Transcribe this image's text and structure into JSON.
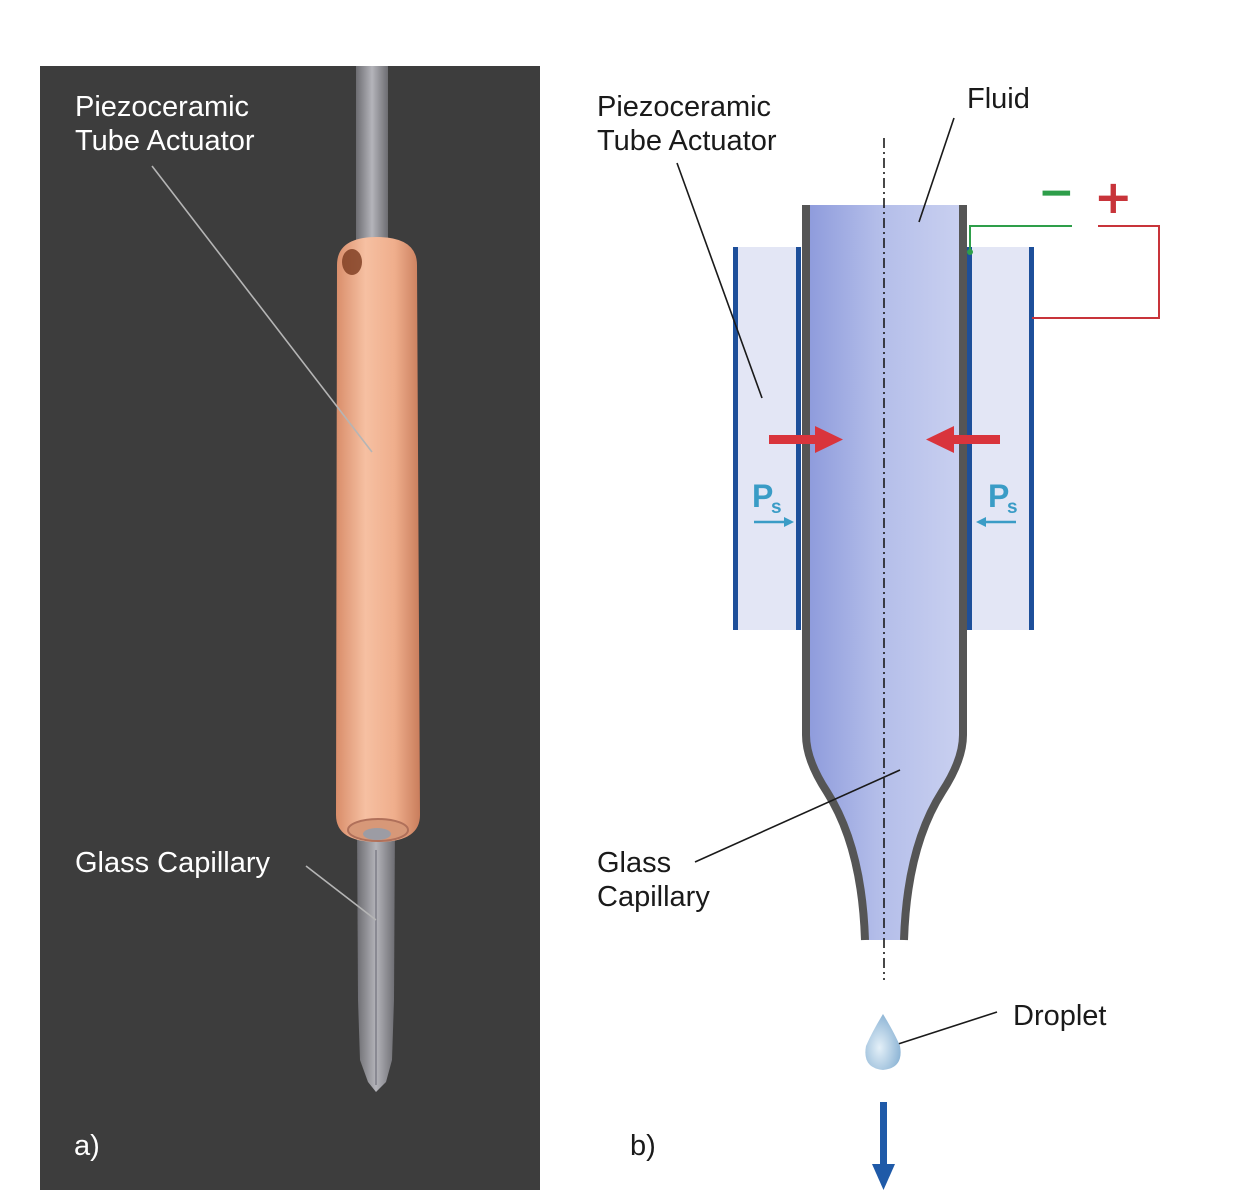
{
  "panel_a": {
    "actuator_label_line1": "Piezoceramic",
    "actuator_label_line2": "Tube Actuator",
    "capillary_label": "Glass Capillary",
    "panel_tag": "a)",
    "background_color": "#3d3d3d",
    "actuator_color": "#f2b08f"
  },
  "panel_b": {
    "actuator_label_line1": "Piezoceramic",
    "actuator_label_line2": "Tube Actuator",
    "fluid_label": "Fluid",
    "capillary_label_line1": "Glass",
    "capillary_label_line2": "Capillary",
    "droplet_label": "Droplet",
    "minus_sign": "−",
    "plus_sign": "+",
    "pressure_symbol": "P",
    "pressure_subscript": "s",
    "panel_tag": "b)",
    "colors": {
      "fluid": "#a9b6e6",
      "actuator_fill": "#e3e6f5",
      "electrode": "#1d4f9a",
      "capillary_wall": "#555555",
      "force_arrow": "#d9343c",
      "pressure_arrow": "#3a9cc6",
      "negative_wire": "#2e9e4a",
      "positive_wire": "#c8343a",
      "drop_arrow": "#1f5aa8"
    }
  }
}
